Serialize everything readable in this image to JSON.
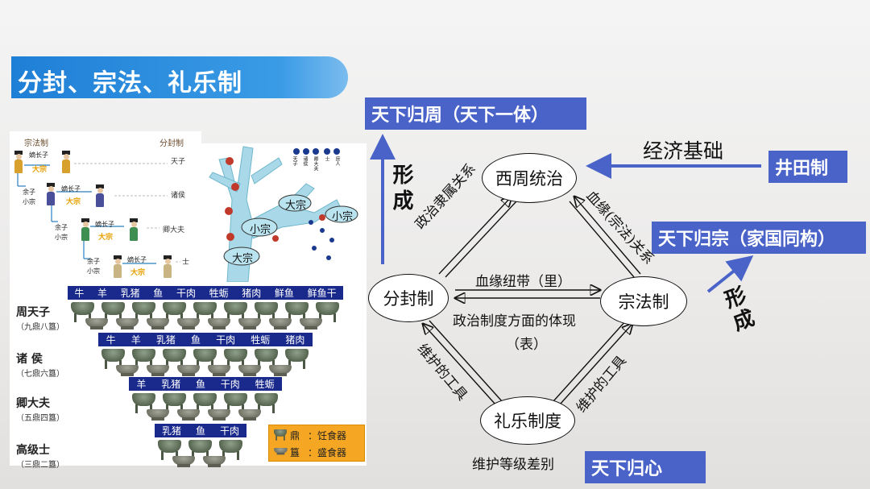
{
  "title": "分封、宗法、礼乐制",
  "genealogy": {
    "col_zongfa": "宗法制",
    "col_fenfeng": "分封制",
    "ranks": [
      "天子",
      "诸侯",
      "卿大夫",
      "士"
    ],
    "dizhangzi": "嫡长子",
    "yuzi": "余子",
    "dazong": "大宗",
    "xiaozong": "小宗"
  },
  "tree": {
    "dazong": "大宗",
    "xiaozong": "小宗",
    "legend": [
      "天子",
      "诸侯",
      "卿大夫",
      "士",
      "庶人"
    ]
  },
  "ding_table": {
    "rows": [
      {
        "rank": "周天子",
        "sub": "（九鼎八簋）",
        "foods": [
          "牛",
          "羊",
          "乳猪",
          "鱼",
          "干肉",
          "牲蛎",
          "猪肉",
          "鲜鱼",
          "鲜鱼干"
        ],
        "ding": 9,
        "gui": 8
      },
      {
        "rank": "诸 侯",
        "sub": "（七鼎六簋）",
        "foods": [
          "牛",
          "羊",
          "乳猪",
          "鱼",
          "干肉",
          "牲蛎",
          "猪肉"
        ],
        "ding": 7,
        "gui": 6
      },
      {
        "rank": "卿大夫",
        "sub": "（五鼎四簋）",
        "foods": [
          "羊",
          "乳猪",
          "鱼",
          "干肉",
          "牲蛎"
        ],
        "ding": 5,
        "gui": 4
      },
      {
        "rank": "高级士",
        "sub": "（三鼎二簋）",
        "foods": [
          "乳猪",
          "鱼",
          "干肉"
        ],
        "ding": 3,
        "gui": 2
      }
    ],
    "legend": [
      {
        "name": "鼎",
        "desc": "：饪食器"
      },
      {
        "name": "簋",
        "desc": "：盛食器"
      }
    ]
  },
  "diagram": {
    "nodes": {
      "xizhou": "西周统治",
      "fenfeng": "分封制",
      "zongfa": "宗法制",
      "liyue": "礼乐制度"
    },
    "edge_labels": {
      "political": "政治隶属关系",
      "blood": "血缘(宗法)关系",
      "tie": "血缘纽带（里）",
      "embody": "政治制度方面的体现",
      "biao": "（表）",
      "tool_left": "维护的工具",
      "tool_right": "维护的工具",
      "rank_diff": "维护等级差别",
      "econ": "经济基础"
    },
    "formed_left": "形成",
    "formed_right": "形成",
    "boxes": {
      "zhou": "天下归周（天下一体）",
      "jingtian": "井田制",
      "zong": "天下归宗（家国同构）",
      "xin": "天下归心"
    },
    "colors": {
      "box": "#4a63c9",
      "arrow": "#4a63c9"
    }
  }
}
